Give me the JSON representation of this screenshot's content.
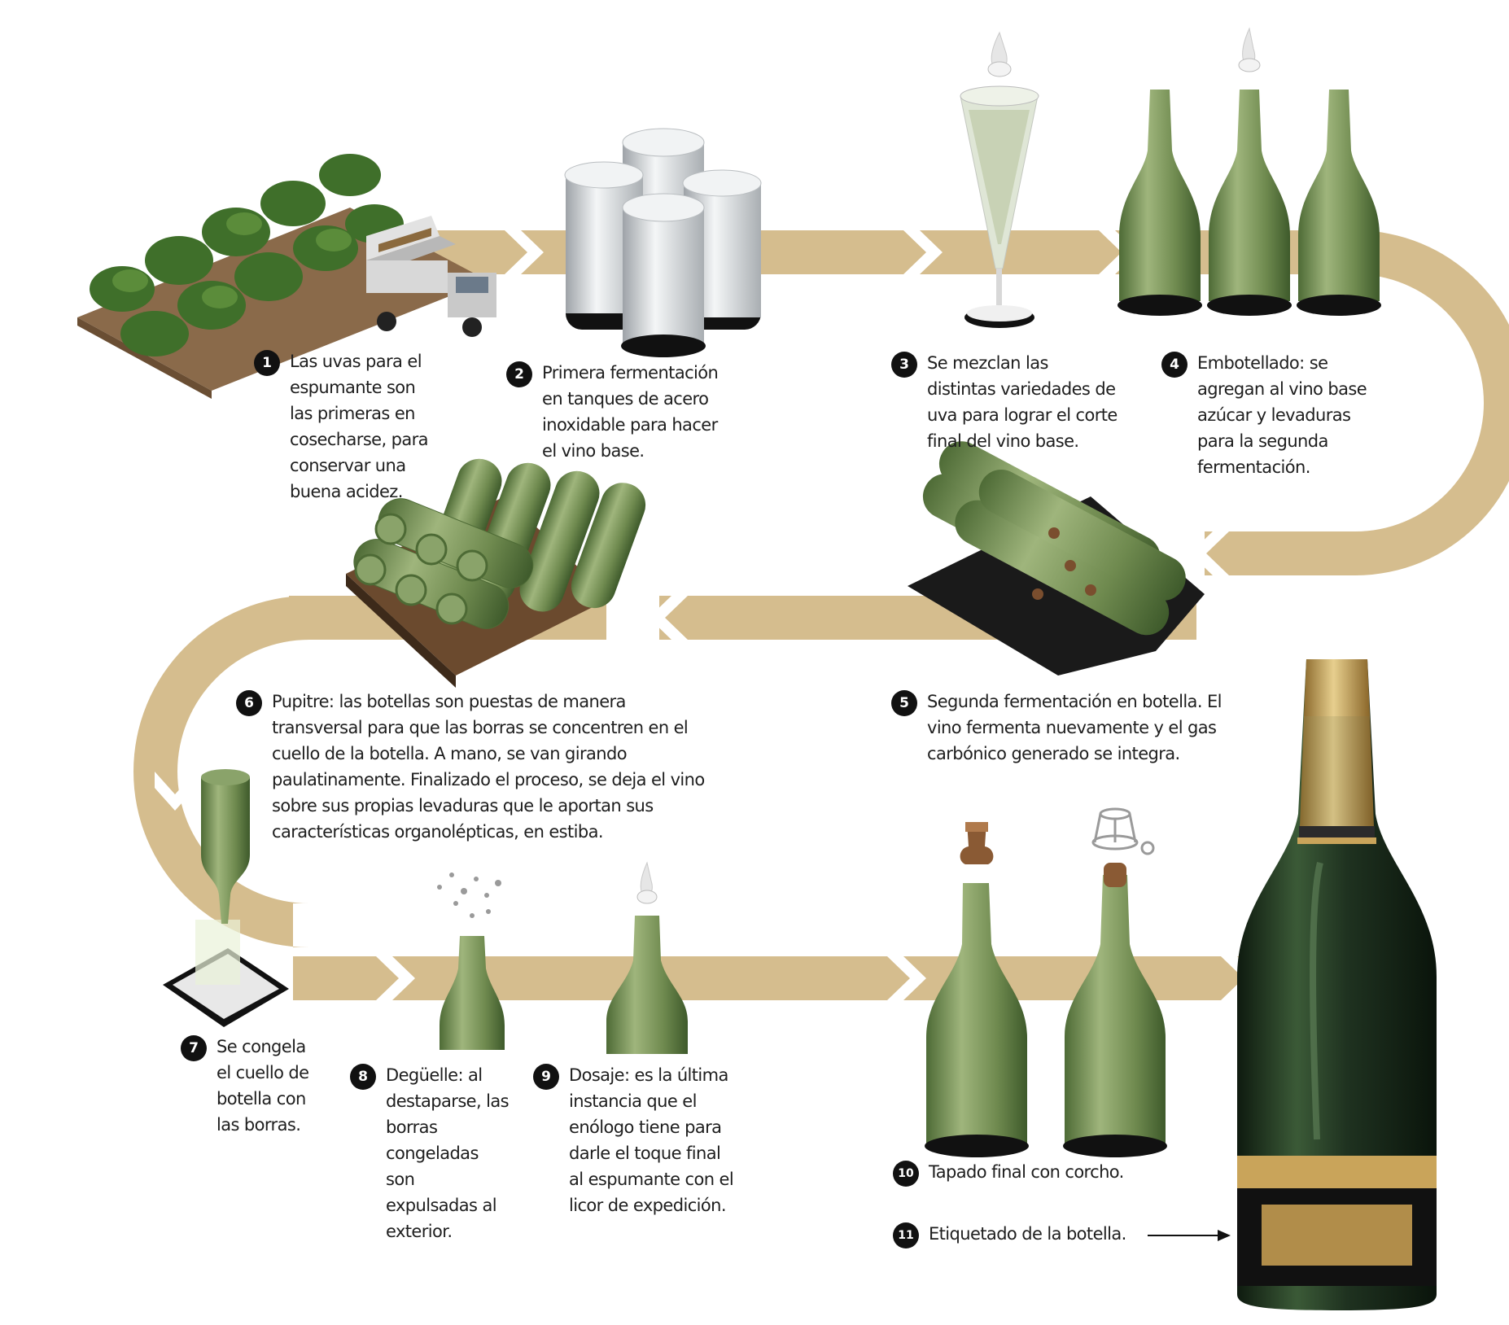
{
  "colors": {
    "path": "#d5bd8e",
    "bottle_green": "#6f8a4f",
    "bottle_dark": "#1f2d1c",
    "foil_gold": "#c9a45a",
    "text": "#1e1e1e",
    "badge": "#111111"
  },
  "steps": [
    {
      "number": "1",
      "lines": [
        "Las uvas para el",
        "espumante son",
        "las primeras en",
        "cosecharse, para",
        "conservar una",
        "buena acidez."
      ]
    },
    {
      "number": "2",
      "lines": [
        "Primera fermentación",
        "en tanques de acero",
        "inoxidable para hacer",
        "el vino base."
      ]
    },
    {
      "number": "3",
      "lines": [
        "Se mezclan las",
        "distintas variedades de",
        "uva para lograr el corte",
        "final del vino base."
      ]
    },
    {
      "number": "4",
      "lines": [
        "Embotellado: se",
        "agregan al vino base",
        "azúcar y levaduras",
        "para la segunda",
        "fermentación."
      ]
    },
    {
      "number": "5",
      "lines": [
        "Segunda fermentación en botella. El",
        "vino fermenta nuevamente y el gas",
        "carbónico generado se integra."
      ]
    },
    {
      "number": "6",
      "lines": [
        "Pupitre: las botellas son puestas de manera",
        "transversal para que las borras se concentren en el",
        "cuello de la botella. A mano, se van girando",
        "paulatinamente. Finalizado el proceso, se deja el vino",
        "sobre sus propias levaduras que le aportan sus",
        "características organolépticas, en estiba."
      ]
    },
    {
      "number": "7",
      "lines": [
        "Se congela",
        "el cuello de",
        "botella con",
        "las borras."
      ]
    },
    {
      "number": "8",
      "lines": [
        "Degüelle: al",
        "destaparse, las",
        "borras",
        "congeladas",
        "son",
        "expulsadas al",
        "exterior."
      ]
    },
    {
      "number": "9",
      "lines": [
        "Dosaje: es la última",
        "instancia que el",
        "enólogo tiene para",
        "darle el toque final",
        "al espumante con el",
        "licor de expedición."
      ]
    },
    {
      "number": "10",
      "lines": [
        "Tapado final con corcho."
      ]
    },
    {
      "number": "11",
      "lines": [
        "Etiquetado de la botella."
      ]
    }
  ],
  "icons": {
    "vineyard": "vineyard-truck-icon",
    "tanks": "steel-tanks-icon",
    "glass": "champagne-glass-icon",
    "bottles": "wine-bottle-icon",
    "rack": "pupitre-rack-icon",
    "cork": "cork-icon",
    "muselet": "wire-cage-icon",
    "final_bottle": "sparkling-wine-bottle-icon"
  }
}
